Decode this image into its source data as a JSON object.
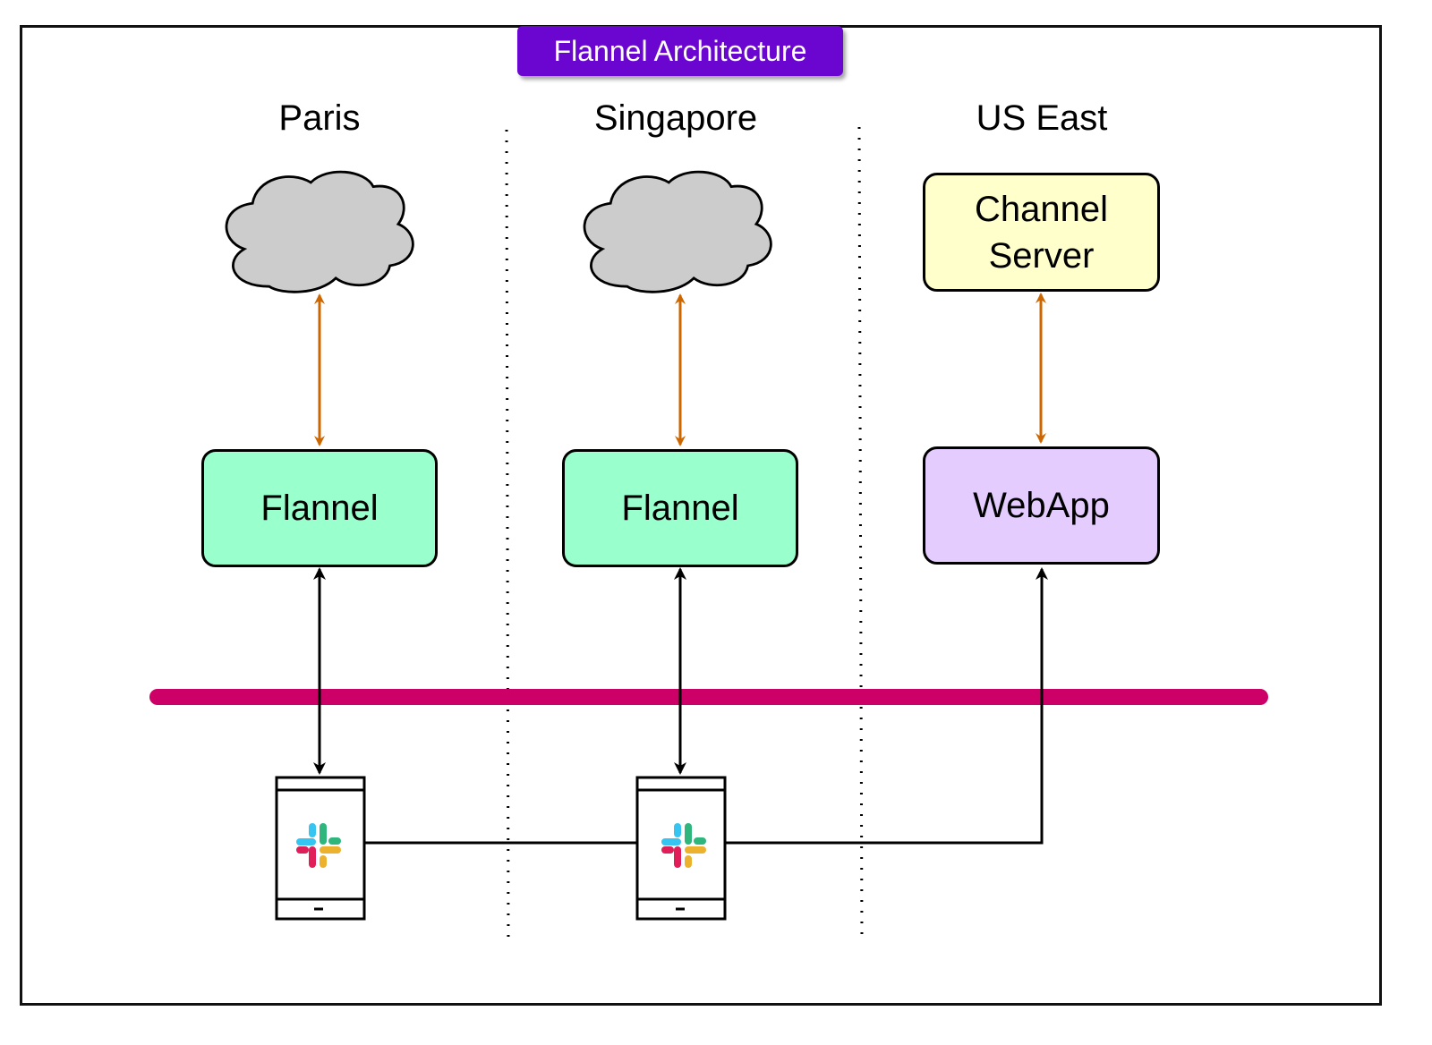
{
  "title": "Flannel Architecture",
  "regions": [
    {
      "name": "Paris"
    },
    {
      "name": "Singapore"
    },
    {
      "name": "US East"
    }
  ],
  "nodes": {
    "paris_flannel": "Flannel",
    "singapore_flannel": "Flannel",
    "channel_server_line1": "Channel",
    "channel_server_line2": "Server",
    "webapp": "WebApp"
  },
  "icons": [
    "cloud-icon",
    "cloud-icon",
    "phone-icon",
    "phone-icon",
    "slack-logo-icon",
    "slack-logo-icon"
  ],
  "colors": {
    "title_badge": "#6a06cf",
    "flannel": "#99ffcc",
    "channel_server": "#ffffcc",
    "webapp": "#e5ccff",
    "cloud": "#cccccc",
    "orange_arrow": "#cc6600",
    "bus_line": "#cc0066",
    "slack_blue": "#36c5f0",
    "slack_green": "#2eb67d",
    "slack_yellow": "#ecb22e",
    "slack_red": "#e01e5a"
  }
}
